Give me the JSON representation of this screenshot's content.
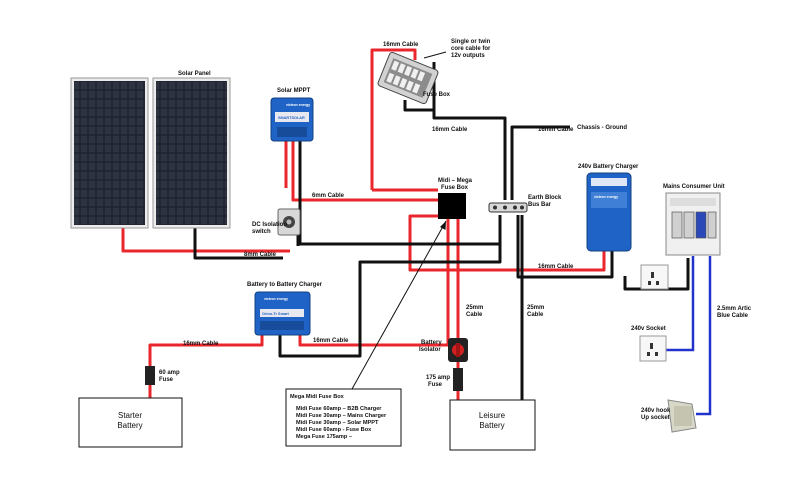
{
  "colors": {
    "positive": "#e8262b",
    "negative": "#111111",
    "blue": "#2233cc",
    "victron": "#1f63c6",
    "fuse": "#222222"
  },
  "labels": {
    "solar_panel": "Solar Panel",
    "solar_mppt": "Solar MPPT",
    "dc_isolation": [
      "DC Isolation",
      "switch"
    ],
    "cable_16mm": "16mm Cable",
    "cable_6mm": "6mm Cable",
    "cable_8mm": "8mm Cable",
    "single_twin": [
      "Single or twin",
      "core cable for",
      "12v outputs"
    ],
    "fuse_box": "Fuse Box",
    "chassis_ground": "Chassis - Ground",
    "midi_mega": [
      "Midi – Mega",
      "Fuse Box"
    ],
    "earth_block": [
      "Earth Block",
      "Bus Bar"
    ],
    "charger_240": "240v Battery Charger",
    "mains_unit": "Mains Consumer Unit",
    "b2b": "Battery to Battery Charger",
    "cable_25mm": [
      "25mm",
      "Cable"
    ],
    "battery_isolator": [
      "Battery",
      "Isolator"
    ],
    "fuse_175": [
      "175 amp",
      "Fuse"
    ],
    "fuse_60": [
      "60 amp",
      "Fuse"
    ],
    "starter": [
      "Starter",
      "Battery"
    ],
    "leisure": [
      "Leisure",
      "Battery"
    ],
    "socket_240": "240v Socket",
    "arctic": [
      "2.5mm Artic",
      "Blue Cable"
    ],
    "hookup": [
      "240v hook",
      "Up socket"
    ],
    "mppt_brand": "victron energy",
    "mppt_model": "SMARTSOLAR",
    "charger_brand": "victron energy",
    "b2b_brand": "victron energy",
    "b2b_model": "Orion-Tr Smart"
  },
  "info_box": {
    "title": "Mega Midi Fuse Box",
    "lines": [
      "Midi Fuse   60amp – B2B Charger",
      "Midi Fuse   30amp – Mains Charger",
      "Midi Fuse   30amp – Solar MPPT",
      "Midi Fuse   60amp   - Fuse Box",
      "Mega Fuse 175amp –"
    ]
  }
}
